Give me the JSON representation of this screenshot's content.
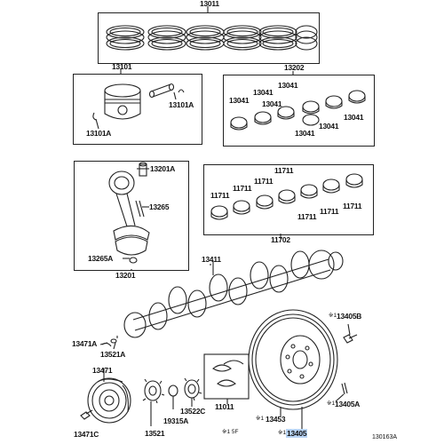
{
  "diagram": {
    "part_labels": {
      "p13011": "13011",
      "p13101": "13101",
      "p13101a_r": "13101A",
      "p13101a_l": "13101A",
      "p13202": "13202",
      "p13041_a": "13041",
      "p13041_b": "13041",
      "p13041_c": "13041",
      "p13041_d": "13041",
      "p13041_e": "13041",
      "p13041_f": "13041",
      "p13041_g": "13041",
      "p13201a": "13201A",
      "p13265": "13265",
      "p13265a": "13265A",
      "p13201": "13201",
      "p11711_a": "11711",
      "p11711_b": "11711",
      "p11711_c": "11711",
      "p11711_d": "11711",
      "p11711_e": "11711",
      "p11711_f": "11711",
      "p11711_g": "11711",
      "p11702": "11702",
      "p13411": "13411",
      "p13405b": "13405B",
      "p13471a": "13471A",
      "p13521a": "13521A",
      "p13471": "13471",
      "p13471c": "13471C",
      "p13521": "13521",
      "p19315a": "19315A",
      "p13522c": "13522C",
      "p11011": "11011",
      "p13453": "13453",
      "p13405a": "13405A",
      "p13405": "13405"
    },
    "notes": {
      "mark_13405b": "※1",
      "mark_13453": "※1",
      "mark_13405a": "※1",
      "mark_13405": "※1",
      "mark_5f": "※1 5F",
      "diagram_code": "130163A"
    },
    "highlight_color": "#b8d4f5",
    "line_color": "#222222"
  }
}
